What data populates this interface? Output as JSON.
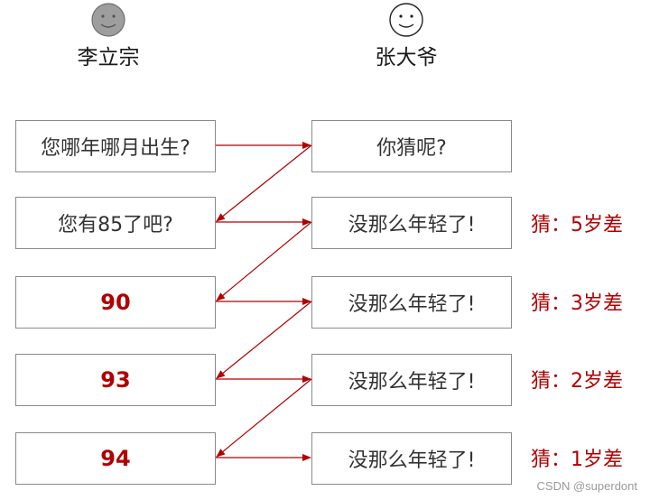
{
  "persons": {
    "left": {
      "name": "李立宗",
      "face_color": "#9e9e9e"
    },
    "right": {
      "name": "张大爷",
      "face_color": "#ffffff"
    }
  },
  "rows": [
    {
      "left": "您哪年哪月出生?",
      "left_emphasis": false,
      "right": "你猜呢?",
      "guess": ""
    },
    {
      "left": "您有85了吧?",
      "left_emphasis": false,
      "right": "没那么年轻了!",
      "guess": "猜：5岁差"
    },
    {
      "left": "90",
      "left_emphasis": true,
      "right": "没那么年轻了!",
      "guess": "猜：3岁差"
    },
    {
      "left": "93",
      "left_emphasis": true,
      "right": "没那么年轻了!",
      "guess": "猜：2岁差"
    },
    {
      "left": "94",
      "left_emphasis": true,
      "right": "没那么年轻了!",
      "guess": "猜：1岁差"
    }
  ],
  "colors": {
    "arrow": "#b00000",
    "emphasis": "#b00000"
  },
  "watermark": "CSDN @superdont"
}
